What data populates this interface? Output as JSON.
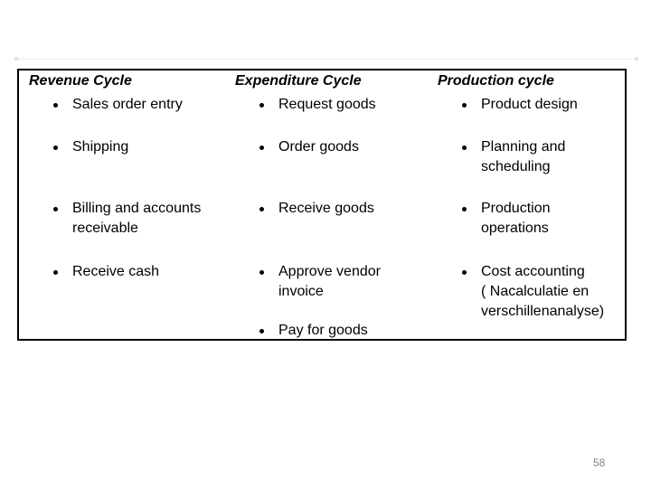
{
  "page": {
    "background": "#ffffff",
    "page_number": "58"
  },
  "table": {
    "border_color": "#000000",
    "text_color": "#000000",
    "columns": [
      {
        "header": "Revenue Cycle",
        "items": [
          "Sales order entry",
          "Shipping",
          "Billing and accounts\nreceivable",
          "Receive cash"
        ]
      },
      {
        "header": "Expenditure Cycle",
        "items": [
          "Request goods",
          "Order goods",
          "Receive goods",
          "Approve vendor\ninvoice",
          "Pay for goods"
        ]
      },
      {
        "header": "Production cycle",
        "items": [
          "Product design",
          "Planning and\nscheduling",
          "Production\noperations",
          "Cost accounting\n( Nacalculatie en\nverschillenanalyse)"
        ]
      }
    ]
  }
}
